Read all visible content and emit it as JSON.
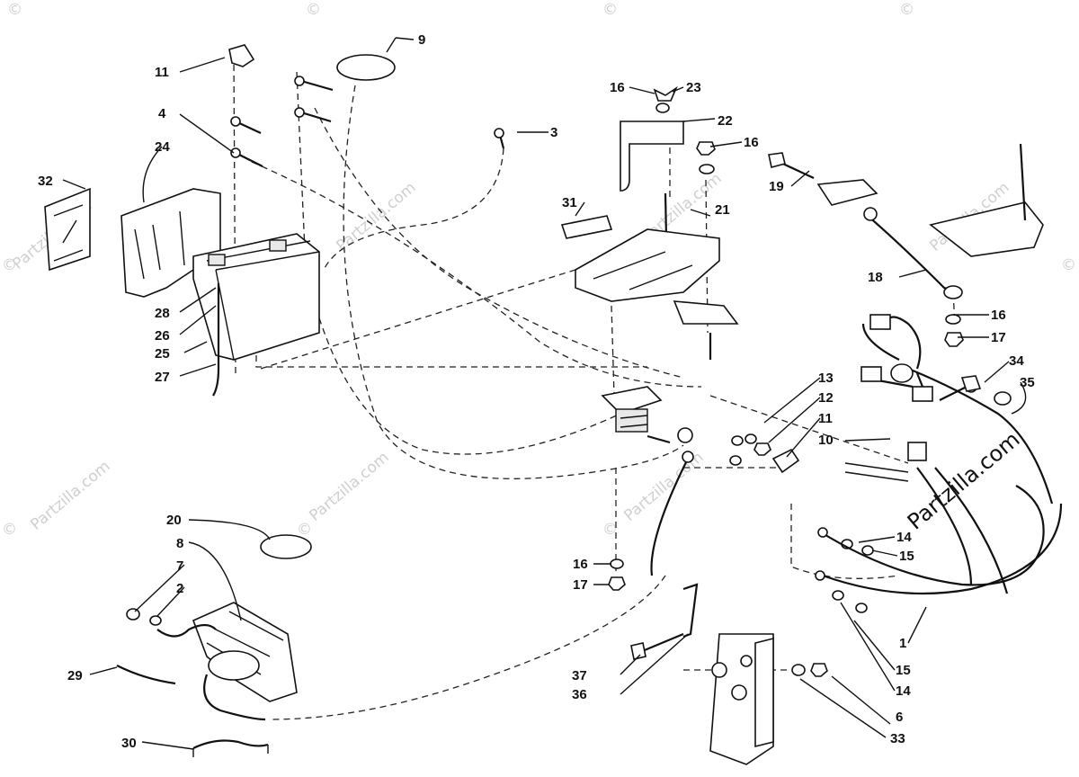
{
  "watermark": {
    "brand": "Partzilla.com",
    "symbol": "©"
  },
  "callouts": [
    {
      "n": "1",
      "label": "1"
    },
    {
      "n": "2",
      "label": "2"
    },
    {
      "n": "3",
      "label": "3"
    },
    {
      "n": "4",
      "label": "4"
    },
    {
      "n": "6",
      "label": "6"
    },
    {
      "n": "7",
      "label": "7"
    },
    {
      "n": "8",
      "label": "8"
    },
    {
      "n": "9",
      "label": "9"
    },
    {
      "n": "10",
      "label": "10"
    },
    {
      "n": "11a",
      "label": "11"
    },
    {
      "n": "11b",
      "label": "11"
    },
    {
      "n": "12",
      "label": "12"
    },
    {
      "n": "13",
      "label": "13"
    },
    {
      "n": "14a",
      "label": "14"
    },
    {
      "n": "14b",
      "label": "14"
    },
    {
      "n": "15a",
      "label": "15"
    },
    {
      "n": "15b",
      "label": "15"
    },
    {
      "n": "16a",
      "label": "16"
    },
    {
      "n": "16b",
      "label": "16"
    },
    {
      "n": "16c",
      "label": "16"
    },
    {
      "n": "16d",
      "label": "16"
    },
    {
      "n": "17a",
      "label": "17"
    },
    {
      "n": "17b",
      "label": "17"
    },
    {
      "n": "18",
      "label": "18"
    },
    {
      "n": "19",
      "label": "19"
    },
    {
      "n": "20",
      "label": "20"
    },
    {
      "n": "21",
      "label": "21"
    },
    {
      "n": "22",
      "label": "22"
    },
    {
      "n": "23",
      "label": "23"
    },
    {
      "n": "24",
      "label": "24"
    },
    {
      "n": "25",
      "label": "25"
    },
    {
      "n": "26",
      "label": "26"
    },
    {
      "n": "27",
      "label": "27"
    },
    {
      "n": "28",
      "label": "28"
    },
    {
      "n": "29",
      "label": "29"
    },
    {
      "n": "30",
      "label": "30"
    },
    {
      "n": "31",
      "label": "31"
    },
    {
      "n": "32",
      "label": "32"
    },
    {
      "n": "33",
      "label": "33"
    },
    {
      "n": "34",
      "label": "34"
    },
    {
      "n": "35",
      "label": "35"
    },
    {
      "n": "36",
      "label": "36"
    },
    {
      "n": "37",
      "label": "37"
    }
  ]
}
